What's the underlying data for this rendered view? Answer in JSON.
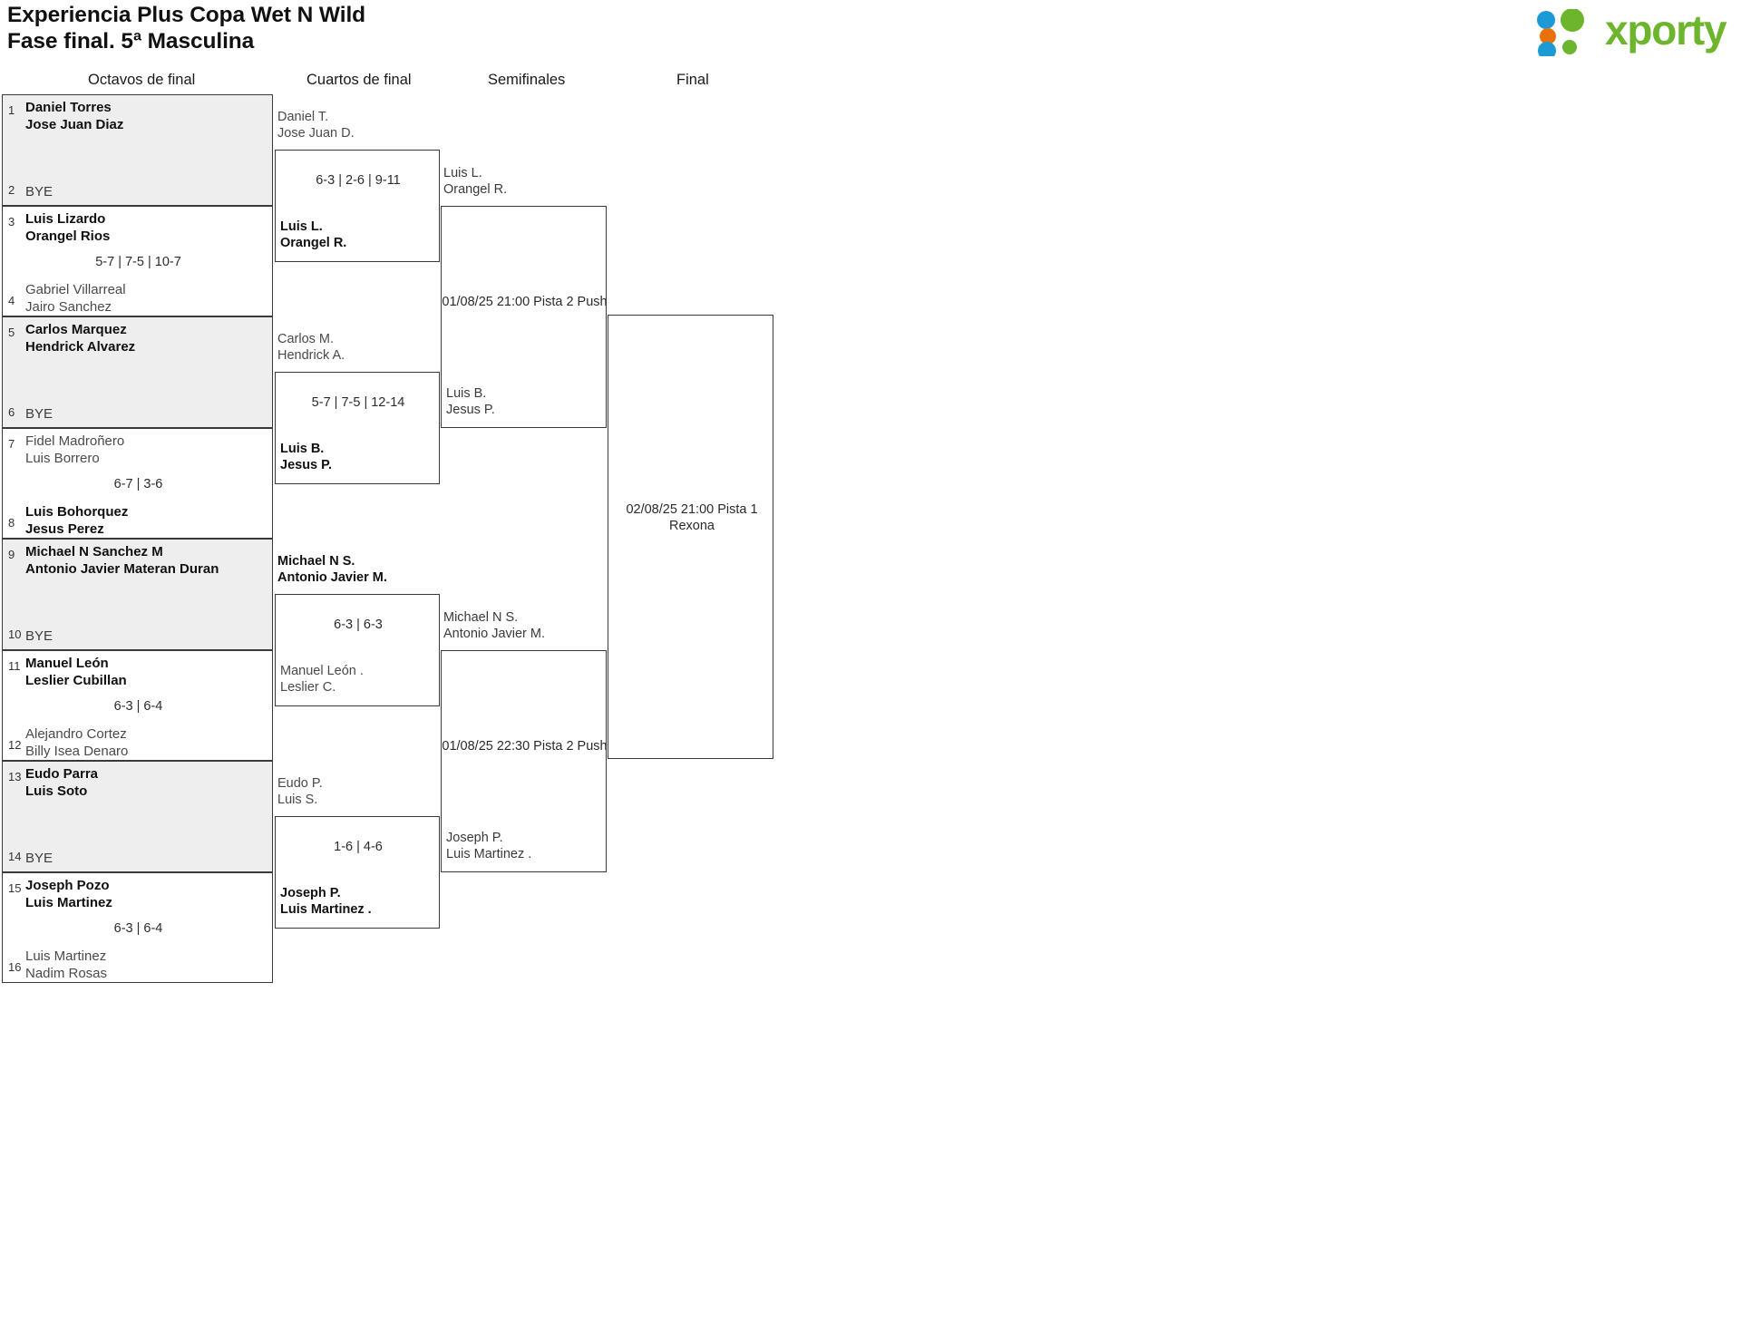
{
  "header": {
    "title_line1": "Experiencia Plus Copa Wet N Wild",
    "title_line2": "Fase final. 5ª Masculina",
    "logo_text": "xporty",
    "logo_colors": {
      "green": "#6cb52d",
      "blue": "#1b9ad6",
      "orange": "#e8710a"
    }
  },
  "rounds": [
    {
      "label": "Octavos de final"
    },
    {
      "label": "Cuartos de final"
    },
    {
      "label": "Semifinales"
    },
    {
      "label": "Final"
    }
  ],
  "round1": [
    {
      "shaded": true,
      "top": {
        "seed": "1",
        "p1": "Daniel Torres",
        "p2": "Jose Juan Diaz",
        "winner": true,
        "bye": false
      },
      "bottom": {
        "seed": "2",
        "p1": "BYE",
        "p2": "",
        "winner": false,
        "bye": true
      },
      "score": ""
    },
    {
      "shaded": false,
      "top": {
        "seed": "3",
        "p1": "Luis Lizardo",
        "p2": "Orangel Rios",
        "winner": true,
        "bye": false
      },
      "bottom": {
        "seed": "4",
        "p1": "Gabriel Villarreal",
        "p2": "Jairo Sanchez",
        "winner": false,
        "bye": false
      },
      "score": "5-7 | 7-5 | 10-7"
    },
    {
      "shaded": true,
      "top": {
        "seed": "5",
        "p1": "Carlos Marquez",
        "p2": "Hendrick Alvarez",
        "winner": true,
        "bye": false
      },
      "bottom": {
        "seed": "6",
        "p1": "BYE",
        "p2": "",
        "winner": false,
        "bye": true
      },
      "score": ""
    },
    {
      "shaded": false,
      "top": {
        "seed": "7",
        "p1": "Fidel Madroñero",
        "p2": "Luis Borrero",
        "winner": false,
        "bye": false
      },
      "bottom": {
        "seed": "8",
        "p1": "Luis Bohorquez",
        "p2": "Jesus Perez",
        "winner": true,
        "bye": false
      },
      "score": "6-7 | 3-6"
    },
    {
      "shaded": true,
      "top": {
        "seed": "9",
        "p1": "Michael N Sanchez M",
        "p2": "Antonio Javier Materan Duran",
        "winner": true,
        "bye": false
      },
      "bottom": {
        "seed": "10",
        "p1": "BYE",
        "p2": "",
        "winner": false,
        "bye": true
      },
      "score": ""
    },
    {
      "shaded": false,
      "top": {
        "seed": "11",
        "p1": "Manuel León",
        "p2": "Leslier Cubillan",
        "winner": true,
        "bye": false
      },
      "bottom": {
        "seed": "12",
        "p1": "Alejandro Cortez",
        "p2": "Billy Isea Denaro",
        "winner": false,
        "bye": false
      },
      "score": "6-3 | 6-4"
    },
    {
      "shaded": true,
      "top": {
        "seed": "13",
        "p1": "Eudo Parra",
        "p2": "Luis Soto",
        "winner": true,
        "bye": false
      },
      "bottom": {
        "seed": "14",
        "p1": "BYE",
        "p2": "",
        "winner": false,
        "bye": true
      },
      "score": ""
    },
    {
      "shaded": false,
      "top": {
        "seed": "15",
        "p1": "Joseph Pozo",
        "p2": "Luis Martinez",
        "winner": true,
        "bye": false
      },
      "bottom": {
        "seed": "16",
        "p1": "Luis Martinez",
        "p2": "Nadim Rosas",
        "winner": false,
        "bye": false
      },
      "score": "6-3 | 6-4"
    }
  ],
  "round2": [
    {
      "top": {
        "p1": "Daniel T.",
        "p2": "Jose Juan D.",
        "winner": false
      },
      "bottom": {
        "p1": "Luis L.",
        "p2": "Orangel R.",
        "winner": true
      },
      "score": "6-3 | 2-6 | 9-11"
    },
    {
      "top": {
        "p1": "Carlos M.",
        "p2": "Hendrick A.",
        "winner": false
      },
      "bottom": {
        "p1": "Luis B.",
        "p2": "Jesus P.",
        "winner": true
      },
      "score": "5-7 | 7-5 | 12-14"
    },
    {
      "top": {
        "p1": "Michael N S.",
        "p2": "Antonio Javier M.",
        "winner": true
      },
      "bottom": {
        "p1": "Manuel León .",
        "p2": "Leslier C.",
        "winner": false
      },
      "score": "6-3 | 6-3"
    },
    {
      "top": {
        "p1": "Eudo P.",
        "p2": "Luis S.",
        "winner": false
      },
      "bottom": {
        "p1": "Joseph P.",
        "p2": "Luis Martinez .",
        "winner": true
      },
      "score": "1-6 | 4-6"
    }
  ],
  "round3": [
    {
      "top": {
        "p1": "Luis L.",
        "p2": "Orangel R."
      },
      "bottom": {
        "p1": "Luis B.",
        "p2": "Jesus P."
      },
      "info": "01/08/25 21:00 Pista 2 Push"
    },
    {
      "top": {
        "p1": "Michael N S.",
        "p2": "Antonio Javier M."
      },
      "bottom": {
        "p1": "Joseph P.",
        "p2": "Luis Martinez ."
      },
      "info": "01/08/25 22:30 Pista 2 Push"
    }
  ],
  "final": {
    "info_line1": "02/08/25 21:00 Pista 1",
    "info_line2": "Rexona"
  }
}
